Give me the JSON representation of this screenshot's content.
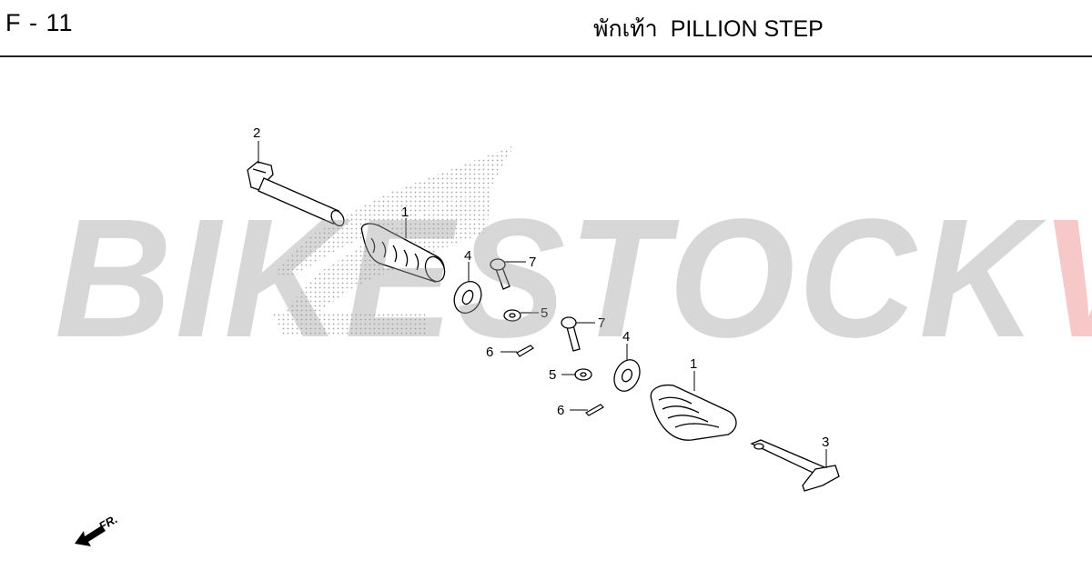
{
  "header": {
    "page_code": "F - 11",
    "title_thai": "พักเท้า",
    "title_en": "PILLION STEP"
  },
  "watermark": {
    "text_gray": "BIKESTOCK",
    "text_red": "VN"
  },
  "callouts": {
    "c1a": "1",
    "c1b": "1",
    "c2": "2",
    "c3": "3",
    "c4a": "4",
    "c4b": "4",
    "c5a": "5",
    "c5b": "5",
    "c6a": "6",
    "c6b": "6",
    "c7a": "7",
    "c7b": "7"
  },
  "direction_marker": {
    "label": "FR."
  }
}
